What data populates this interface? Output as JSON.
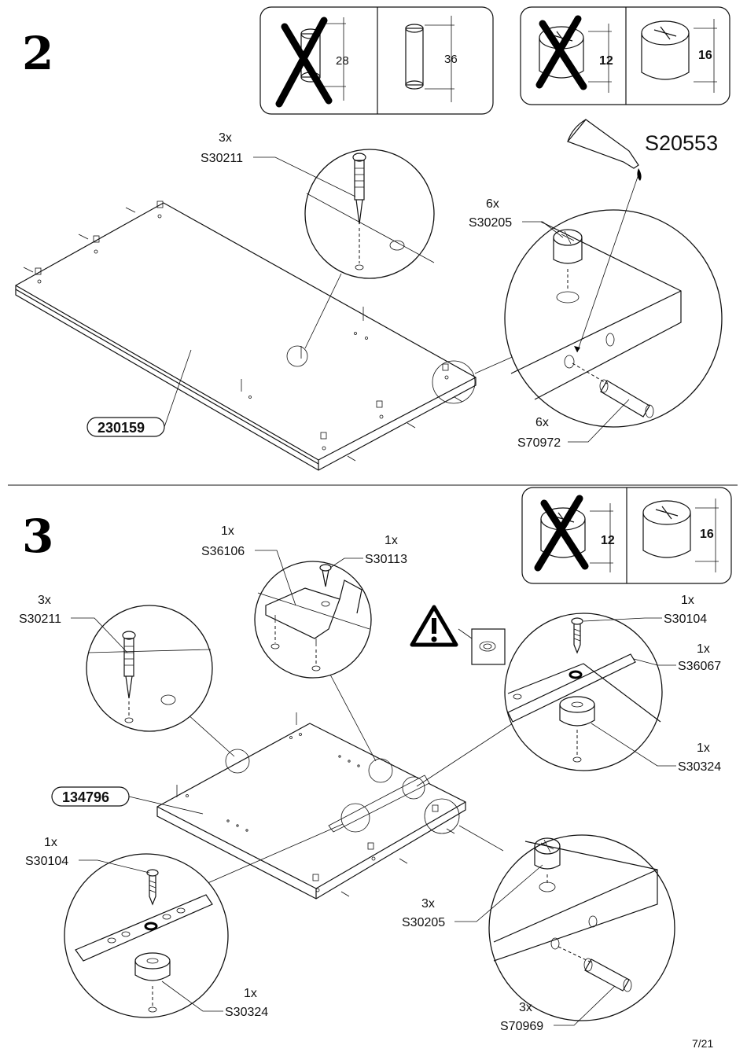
{
  "page_number": "7/21",
  "step2": {
    "number": "2",
    "dims": {
      "dowel_wrong_length": "28",
      "dowel_right_length": "36",
      "cam_wrong_height": "12",
      "cam_right_height": "16"
    },
    "glue_code": "S20553",
    "callouts": {
      "screw_qty": "3x",
      "screw_code": "S30211",
      "cam_qty": "6x",
      "cam_code": "S30205",
      "dowel_qty": "6x",
      "dowel_code": "S70972"
    },
    "panel_code": "230159"
  },
  "step3": {
    "number": "3",
    "dims": {
      "cam_wrong_height": "12",
      "cam_right_height": "16"
    },
    "callouts": {
      "bracket_qty": "1x",
      "bracket_code": "S36106",
      "bracket_screw_qty": "1x",
      "bracket_screw_code": "S30113",
      "screw_qty": "3x",
      "screw_code": "S30211",
      "rail_screw_qty": "1x",
      "rail_screw_code": "S30104",
      "rail_qty": "1x",
      "rail_code": "S36067",
      "bumper_qty": "1x",
      "bumper_code": "S30324",
      "left_rail_screw_qty": "1x",
      "left_rail_screw_code": "S30104",
      "left_bumper_qty": "1x",
      "left_bumper_code": "S30324",
      "cam_qty": "3x",
      "cam_code": "S30205",
      "dowel_qty": "3x",
      "dowel_code": "S70969"
    },
    "panel_code": "134796"
  },
  "icons": [
    "x-mark-icon",
    "warning-icon",
    "glue-tube-icon",
    "screw-icon",
    "cam-lock-icon",
    "dowel-icon"
  ]
}
